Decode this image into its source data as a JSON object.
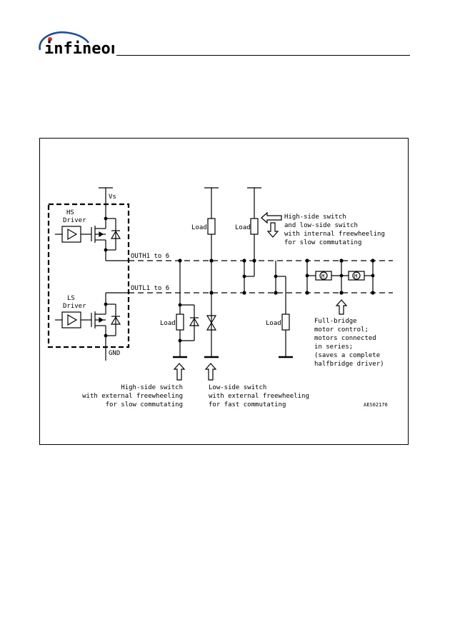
{
  "header": {
    "brand": "infineon"
  },
  "diagram": {
    "vs_label": "Vs",
    "hs_driver": [
      "HS",
      "Driver"
    ],
    "ls_driver": [
      "LS",
      "Driver"
    ],
    "gnd_label": "GND",
    "outh_label": "OUTH1 to 6",
    "outl_label": "OUTL1 to 6",
    "load_label": "Load",
    "motor_label": "M",
    "hs_ls_internal_note": [
      "High-side switch",
      "and low-side switch",
      "with internal freewheeling",
      "for slow commutating"
    ],
    "full_bridge_note": [
      "Full-bridge",
      "motor control;",
      "motors connected",
      "in series;",
      "(saves a complete",
      "halfbridge driver)"
    ],
    "hs_external_note": [
      "High-side switch",
      "with external freewheeling",
      "for slow commutating"
    ],
    "ls_external_note": [
      "Low-side switch",
      "with external freewheeling",
      "for fast commutating"
    ],
    "figure_id": "AES02176"
  },
  "colors": {
    "line": "#000000",
    "brand_blue": "#1d4e9a",
    "brand_red": "#d7282f"
  }
}
